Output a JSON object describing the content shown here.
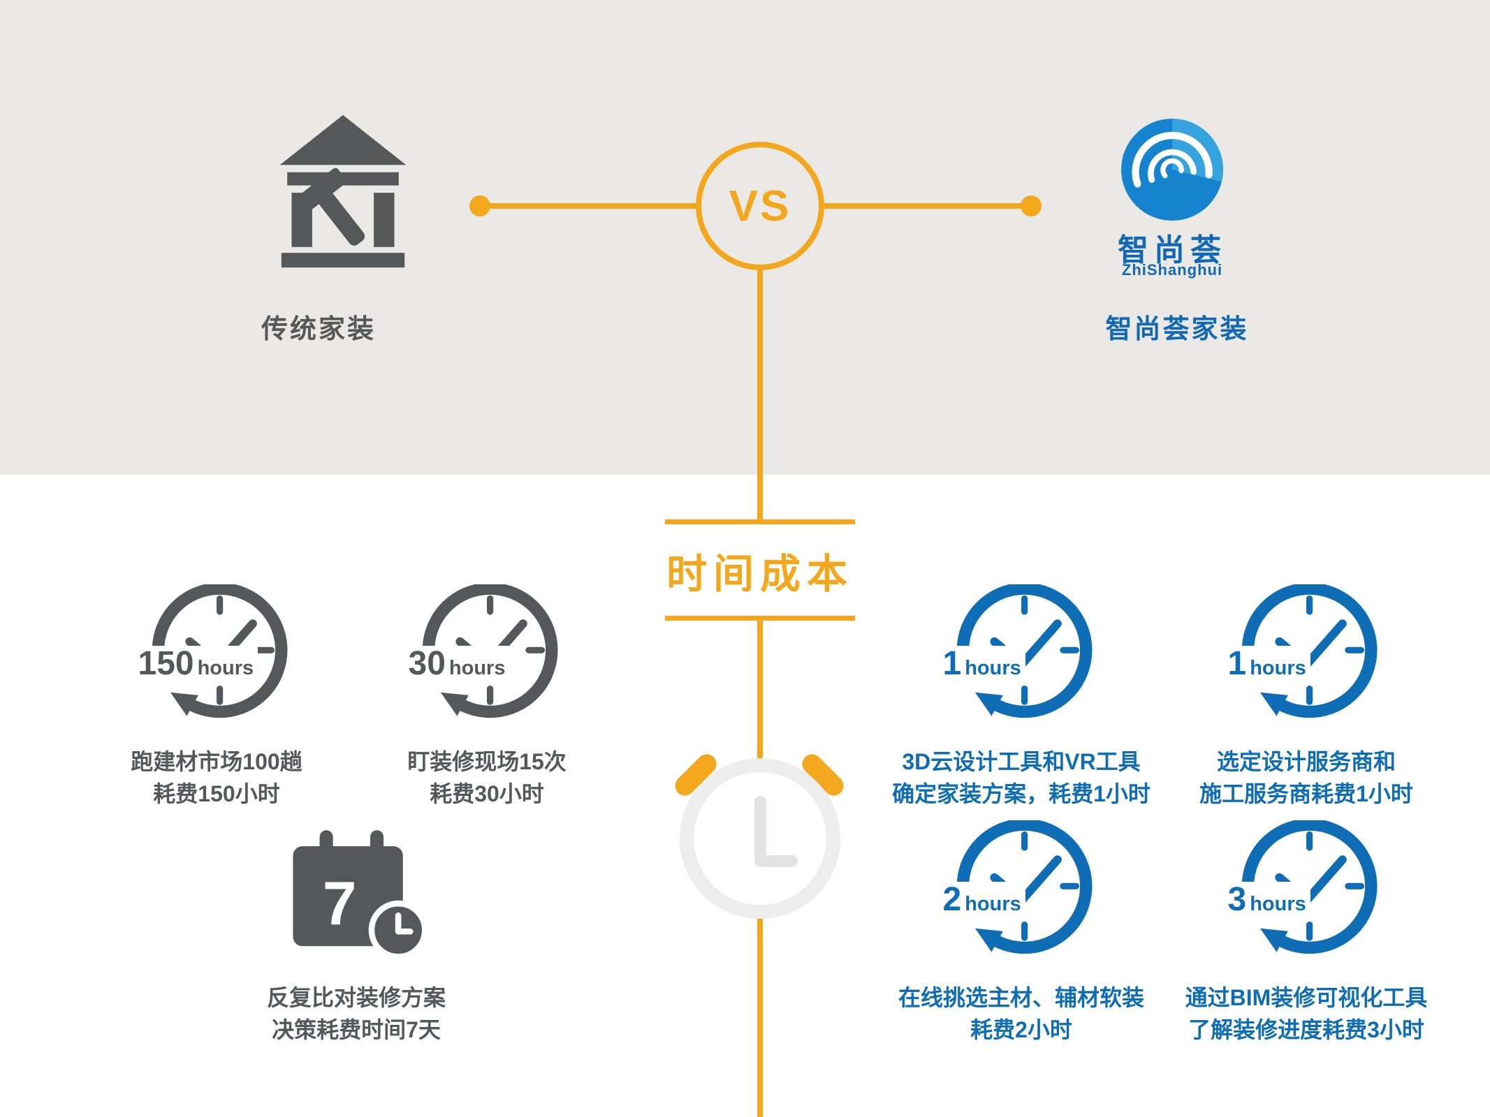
{
  "colors": {
    "accent_yellow": "#F3A71C",
    "traditional_gray": "#565759",
    "brand_blue": "#0E6DB5",
    "brand_text_blue": "#1268B3",
    "logo_blue": "#1583CE",
    "band_gray": "#EAE9E6",
    "pale_clock_gray": "#EDEDED"
  },
  "header": {
    "traditional": {
      "label": "传统家装",
      "icon": "bank-hammer-icon"
    },
    "vs_label": "VS",
    "brand": {
      "name_cn": "智尚荟",
      "name_en": "ZhiShanghui",
      "label": "智尚荟家装",
      "icon": "wave-swirl-logo"
    }
  },
  "section_title": "时间成本",
  "traditional_items": [
    {
      "value": "150",
      "unit": "hours",
      "icon": "clock-arrow-icon",
      "lines": [
        "跑建材市场100趟",
        "耗费150小时"
      ]
    },
    {
      "value": "30",
      "unit": "hours",
      "icon": "clock-arrow-icon",
      "lines": [
        "盯装修现场15次",
        "耗费30小时"
      ]
    },
    {
      "value": "7",
      "unit": "天",
      "icon": "calendar-clock-icon",
      "lines": [
        "反复比对装修方案",
        "决策耗费时间7天"
      ]
    }
  ],
  "brand_items": [
    {
      "value": "1",
      "unit": "hours",
      "icon": "clock-arrow-icon",
      "lines": [
        "3D云设计工具和VR工具",
        "确定家装方案，耗费1小时"
      ]
    },
    {
      "value": "1",
      "unit": "hours",
      "icon": "clock-arrow-icon",
      "lines": [
        "选定设计服务商和",
        "施工服务商耗费1小时"
      ]
    },
    {
      "value": "2",
      "unit": "hours",
      "icon": "clock-arrow-icon",
      "lines": [
        "在线挑选主材、辅材软装",
        "耗费2小时"
      ]
    },
    {
      "value": "3",
      "unit": "hours",
      "icon": "clock-arrow-icon",
      "lines": [
        "通过BIM装修可视化工具",
        "了解装修进度耗费3小时"
      ]
    }
  ]
}
